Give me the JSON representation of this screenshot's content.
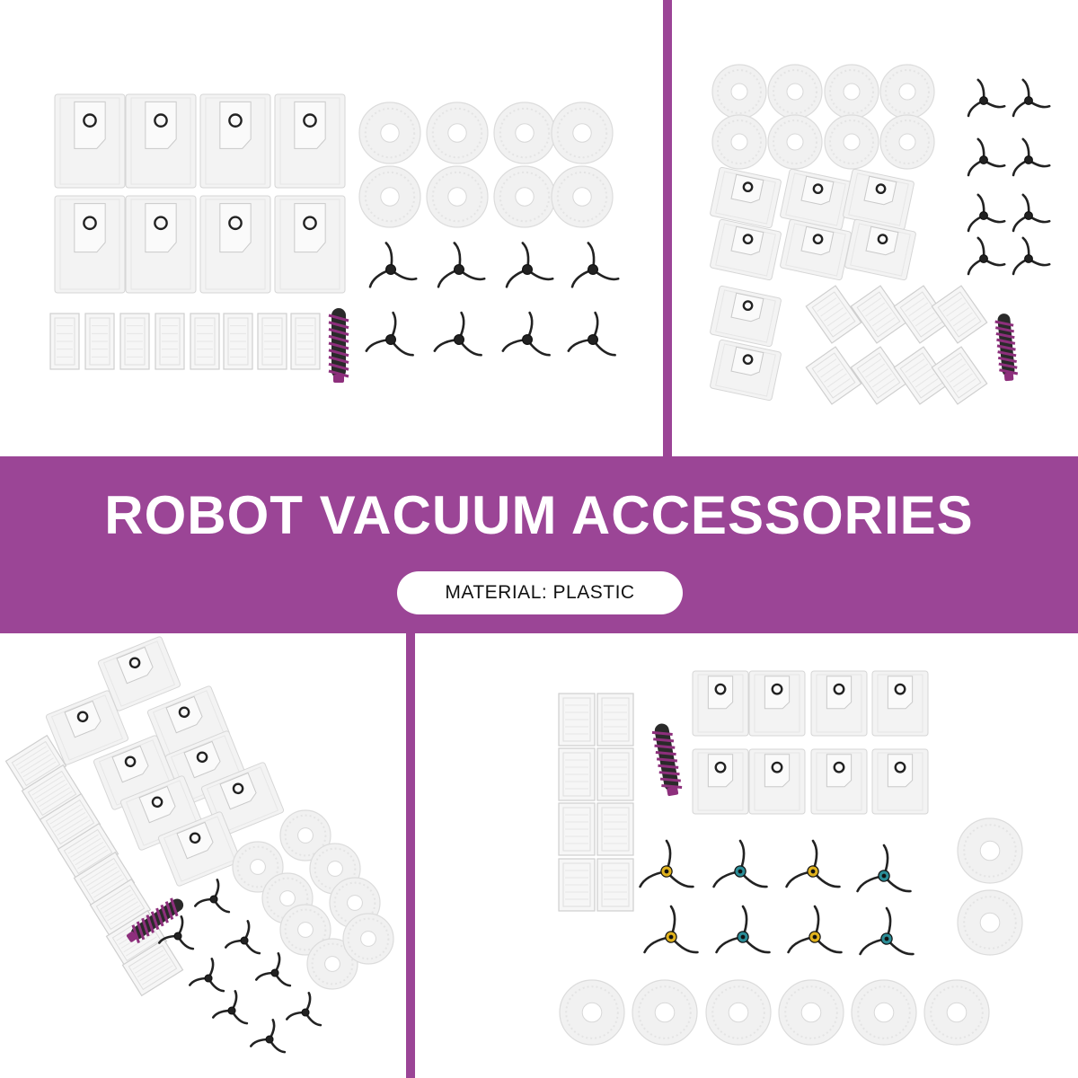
{
  "banner": {
    "title": "ROBOT VACUUM ACCESSORIES",
    "material_label": "MATERIAL: PLASTIC"
  },
  "colors": {
    "accent": "#9b4596",
    "background": "#ffffff",
    "item_white": "#f3f3f3",
    "item_outline": "#d6d6d6",
    "brush_dark": "#222222",
    "roller_purple": "#8d2f7c",
    "hub_yellow": "#e0b21e",
    "hub_teal": "#2a8c96"
  },
  "panels": [
    {
      "name": "top-left-kit",
      "dust_bags": 8,
      "mop_pads": 8,
      "side_brushes": 8,
      "filters": 8,
      "roller_brushes": 1
    },
    {
      "name": "top-right-kit",
      "dust_bags": 8,
      "mop_pads": 8,
      "side_brushes": 8,
      "filters": 8,
      "roller_brushes": 1
    },
    {
      "name": "bottom-left-kit",
      "dust_bags": 8,
      "mop_pads": 8,
      "side_brushes": 8,
      "filters": 8,
      "roller_brushes": 1
    },
    {
      "name": "bottom-right-kit",
      "dust_bags": 8,
      "mop_pads": 8,
      "side_brushes": 8,
      "filters": 8,
      "roller_brushes": 1
    }
  ],
  "icons": [
    "dust-bag-icon",
    "mop-pad-icon",
    "side-brush-icon",
    "filter-icon",
    "roller-brush-icon"
  ]
}
